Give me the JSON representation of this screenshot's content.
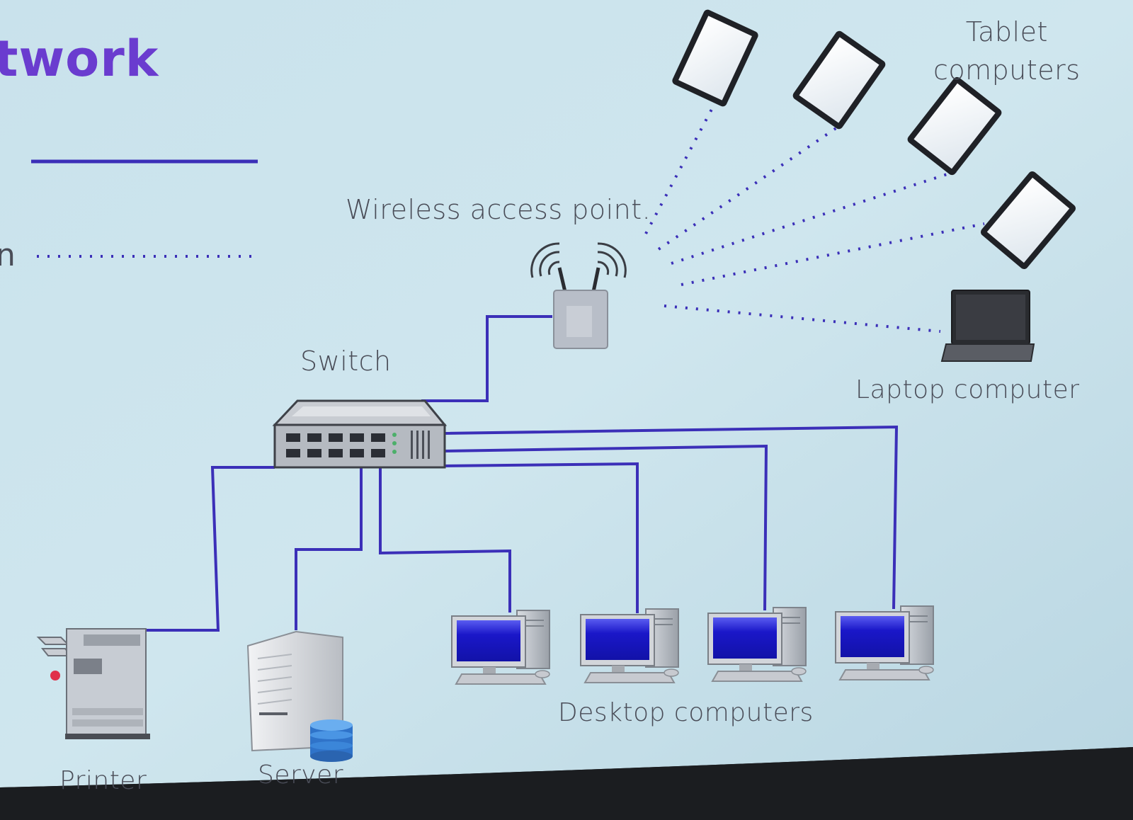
{
  "slide": {
    "title_fragment": "twork",
    "left_fragment": "n"
  },
  "labels": {
    "tablet": "Tablet computers",
    "tablet_line1": "Tablet",
    "tablet_line2": "computers",
    "wap": "Wireless access point.",
    "switch": "Switch",
    "laptop": "Laptop computer",
    "desktops": "Desktop computers",
    "printer": "Printer",
    "server": "Server"
  },
  "colors": {
    "wire": "#3b2fb8",
    "accent": "#6a3ccf",
    "label": "#4a4d58",
    "screen_blue": "#1a17c9"
  },
  "icons": [
    "tablet-icon",
    "wireless-access-point-icon",
    "switch-icon",
    "laptop-icon",
    "desktop-computer-icon",
    "printer-icon",
    "server-icon",
    "database-icon"
  ]
}
